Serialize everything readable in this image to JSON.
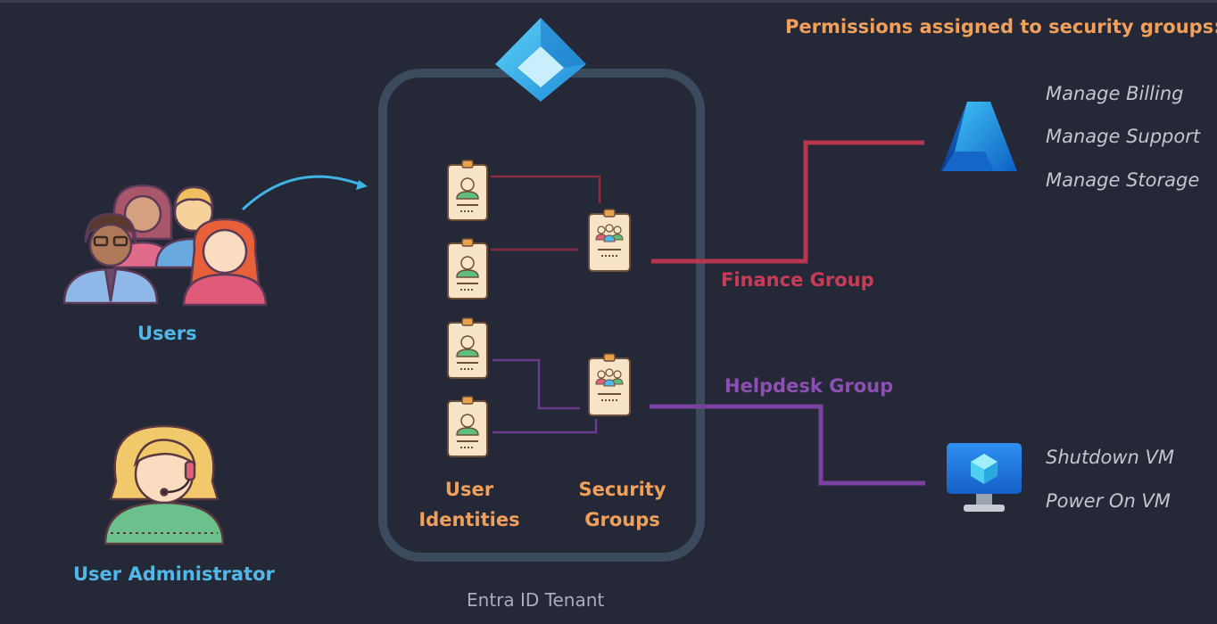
{
  "heading": "Permissions assigned to security groups:",
  "users": {
    "label": "Users",
    "icon": "users-group-icon"
  },
  "admin": {
    "label": "User Administrator",
    "icon": "user-administrator-icon"
  },
  "tenant": {
    "label": "Entra ID Tenant",
    "logo_icon": "entra-id-diamond-icon",
    "identities_label_1": "User",
    "identities_label_2": "Identities",
    "groups_label_1": "Security",
    "groups_label_2": "Groups"
  },
  "groups": {
    "finance": {
      "label": "Finance Group",
      "color": "#b83550"
    },
    "helpdesk": {
      "label": "Helpdesk Group",
      "color": "#7a429e"
    }
  },
  "resources": {
    "azure": {
      "icon": "azure-logo-icon",
      "permissions": [
        "Manage Billing",
        "Manage Support",
        "Manage Storage"
      ]
    },
    "vm": {
      "icon": "virtual-machine-icon",
      "permissions": [
        "Shutdown VM",
        "Power On VM"
      ]
    }
  },
  "colors": {
    "background": "#252836",
    "accent_orange": "#f0a05a",
    "accent_blue": "#4fb8e8",
    "tenant_border": "#3b4a5c"
  }
}
